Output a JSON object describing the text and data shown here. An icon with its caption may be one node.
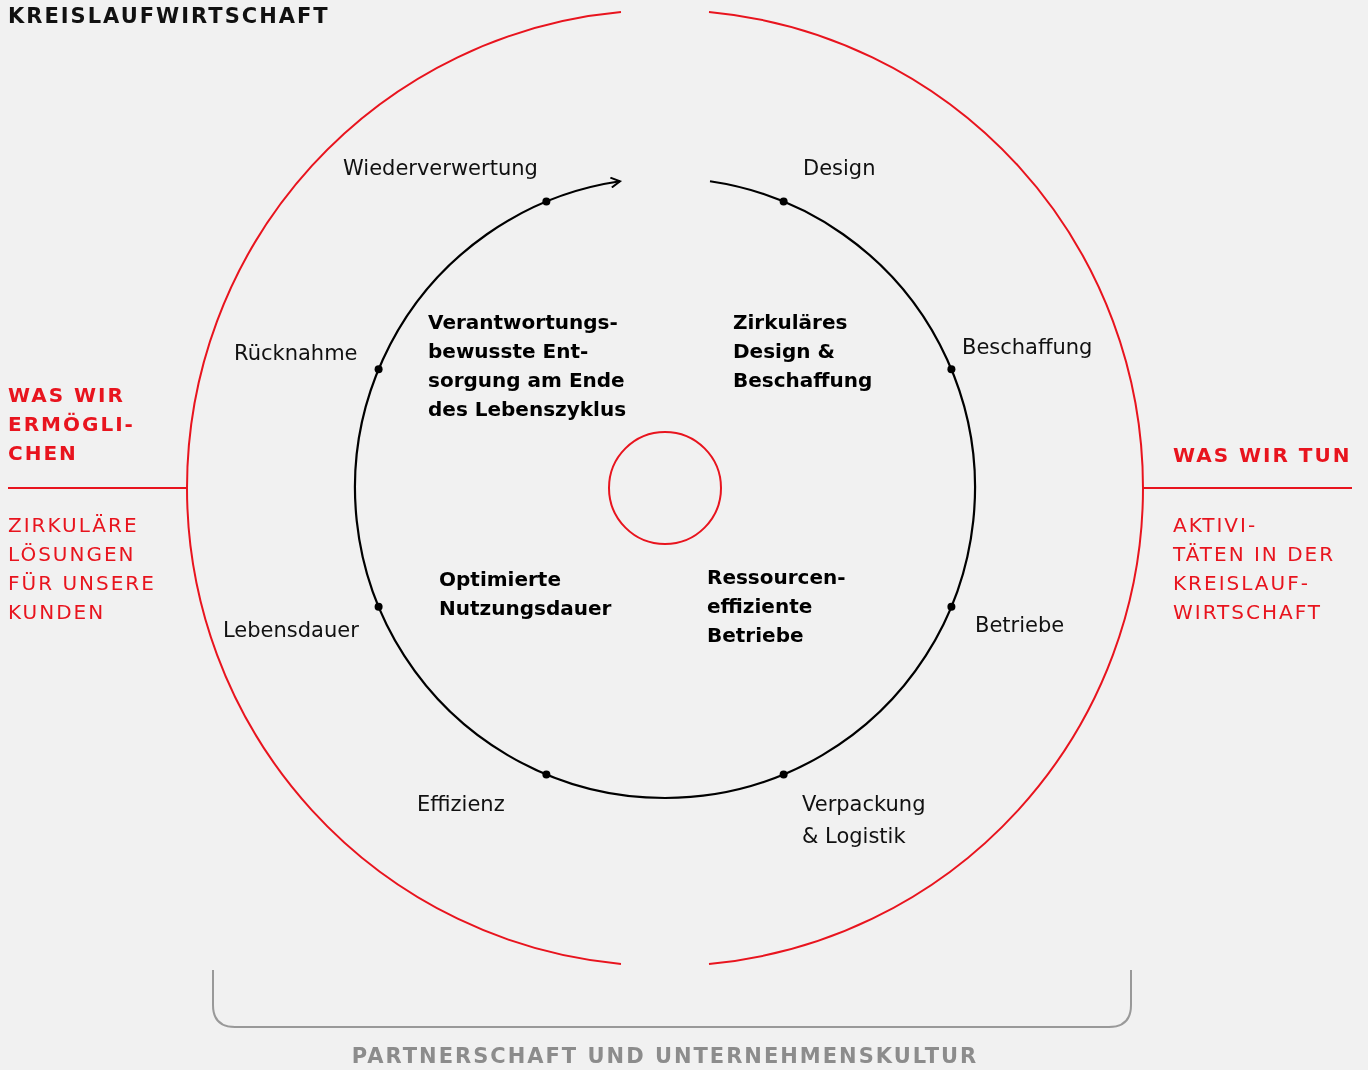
{
  "diagram": {
    "title": "KREISLAUFWIRTSCHAFT",
    "nodes": [
      {
        "text": [],
        "shape": "circle"
      }
    ],
    "labels": [
      "Wiederverwertung",
      "Design",
      "Verantwortungs- bewusste Ent- sorgung am Ende des Lebenszyklus",
      "Zirkuläres Design & Beschaffung",
      "Rücknahme",
      "Beschaffung",
      "WAS WIR ERMÖGLI- CHEN",
      "WAS WIR TUN",
      "ZIRKULÄRE LÖSUNGEN FÜR UNSERE KUNDEN",
      "AKTIVI- TÄTEN IN DER KREISLAUF- WIRTSCHAFT",
      "Optimierte Nutzungsdauer",
      "Ressourcen- effiziente Betriebe",
      "Lebensdauer",
      "Betriebe",
      "Effizienz",
      "Verpackung & Logistik",
      "PARTNERSCHAFT UND UNTERNEHMENSKULTUR"
    ]
  }
}
